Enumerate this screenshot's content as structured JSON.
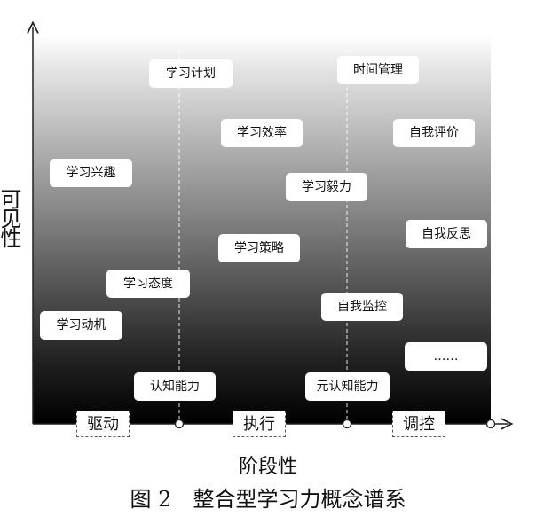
{
  "axes": {
    "y_label": "可见性",
    "x_label": "阶段性"
  },
  "phases": [
    "驱动",
    "执行",
    "调控"
  ],
  "concepts": {
    "learning_plan": "学习计划",
    "time_management": "时间管理",
    "learning_efficiency": "学习效率",
    "self_evaluation": "自我评价",
    "learning_interest": "学习兴趣",
    "learning_perseverance": "学习毅力",
    "learning_strategy": "学习策略",
    "self_reflection": "自我反思",
    "learning_attitude": "学习态度",
    "self_monitoring": "自我监控",
    "learning_motivation": "学习动机",
    "ellipsis": "……",
    "cognitive_ability": "认知能力",
    "metacognitive_ability": "元认知能力"
  },
  "caption": "图 2　整合型学习力概念谱系",
  "colors": {
    "gradient_top": "#ffffff",
    "gradient_bottom": "#000000",
    "axis": "#222222",
    "divider": "#ffffff"
  }
}
